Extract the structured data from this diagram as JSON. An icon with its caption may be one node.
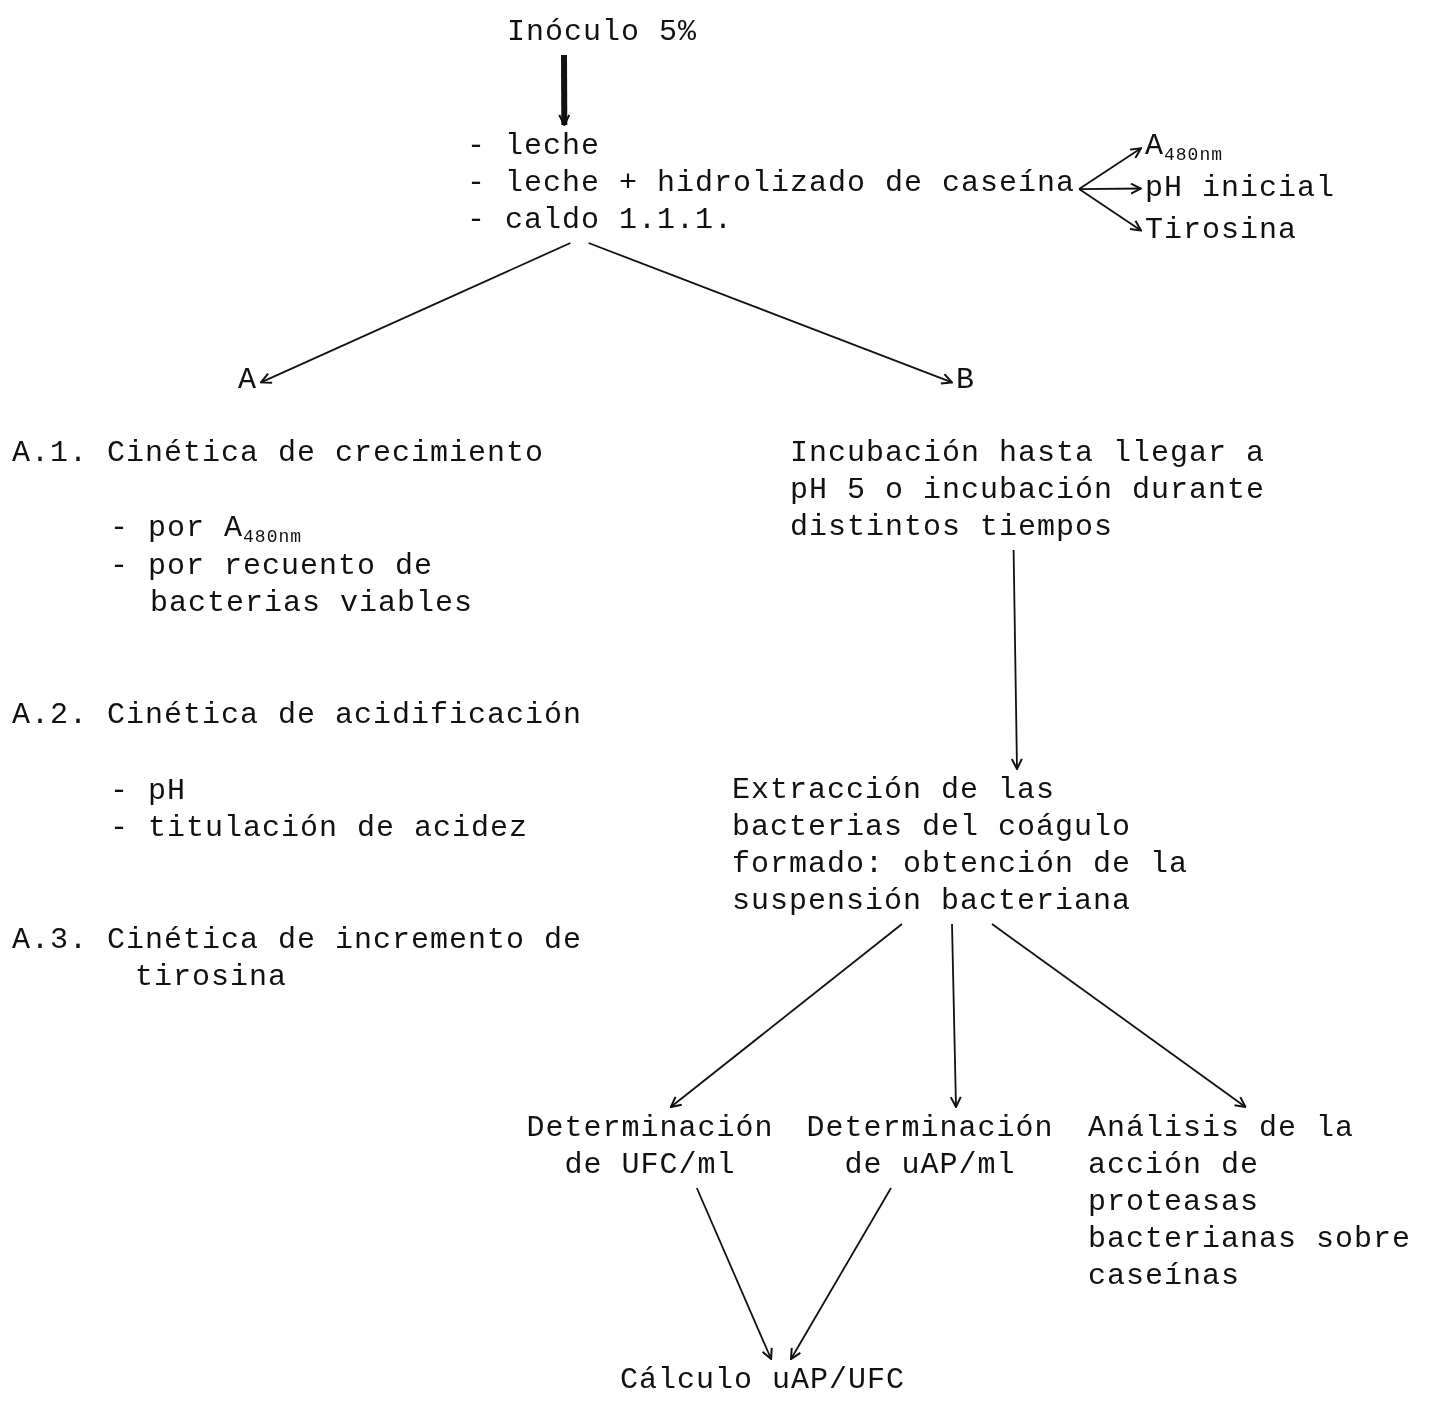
{
  "diagram": {
    "nodes": [
      {
        "text": [
          "Inóculo 5%"
        ]
      },
      {
        "text": [
          "- leche",
          "- leche + hidrolizado de caseína",
          "- caldo 1.1.1."
        ]
      },
      {
        "text": [
          "A$_{480nm}$"
        ]
      },
      {
        "text": [
          "pH inicial"
        ]
      },
      {
        "text": [
          "Tirosina"
        ]
      },
      {
        "text": [
          "A"
        ]
      },
      {
        "text": [
          "B"
        ]
      },
      {
        "text": [
          "Incubación hasta llegar a pH 5 o incubación durante distintos tiempos"
        ]
      },
      {
        "text": [
          "Extracción de las bacterias del coágulo formado: obtención de la suspensión bacteriana"
        ]
      },
      {
        "text": [
          "Determinación de UFC/ml"
        ]
      },
      {
        "text": [
          "Determinación de uAP/ml"
        ]
      },
      {
        "text": [
          "Análisis de la acción de proteasas bacterianas sobre caseínas"
        ]
      },
      {
        "text": [
          "Cálculo uAP/UFC"
        ]
      }
    ],
    "edges": [
      {
        "from": 0,
        "to": 1,
        "arrow": "to",
        "style": "thick"
      },
      {
        "from": 1,
        "to": 2,
        "arrow": "to"
      },
      {
        "from": 1,
        "to": 3,
        "arrow": "to"
      },
      {
        "from": 1,
        "to": 4,
        "arrow": "to"
      },
      {
        "from": 1,
        "to": 5,
        "arrow": "to"
      },
      {
        "from": 1,
        "to": 6,
        "arrow": "to"
      },
      {
        "from": 7,
        "to": 8,
        "arrow": "to"
      },
      {
        "from": 8,
        "to": 9,
        "arrow": "to"
      },
      {
        "from": 8,
        "to": 10,
        "arrow": "to"
      },
      {
        "from": 8,
        "to": 11,
        "arrow": "to"
      },
      {
        "from": 9,
        "to": 12,
        "arrow": "to"
      },
      {
        "from": 10,
        "to": 12,
        "arrow": "to"
      }
    ],
    "labels": [
      "A.1. Cinética de crecimiento",
      "- por A$_{480nm}$",
      "- por recuento de bacterias viables",
      "A.2. Cinética de acidificación",
      "- pH",
      "- titulación de acidez",
      "A.3. Cinética de incremento de tirosina"
    ]
  }
}
